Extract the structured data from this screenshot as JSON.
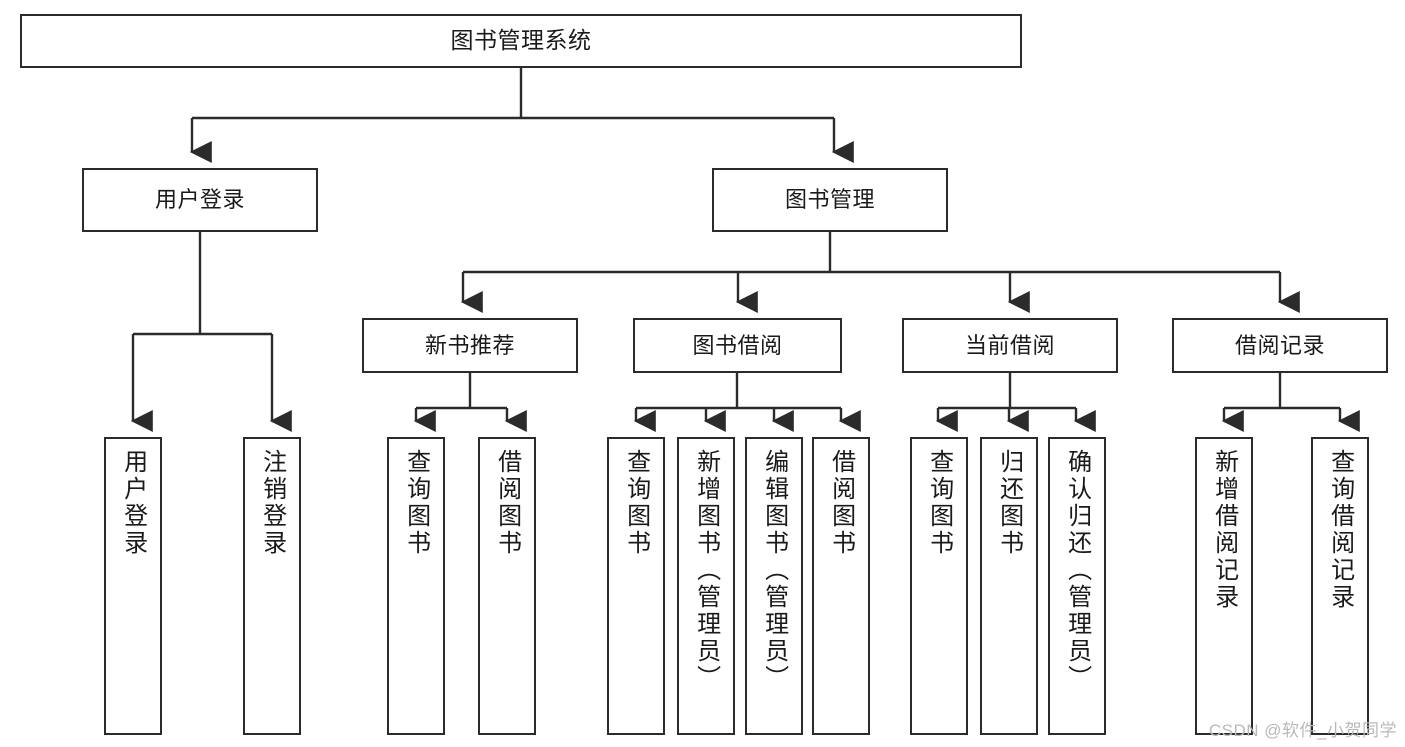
{
  "diagram": {
    "type": "tree",
    "title": "图书管理系统",
    "watermark": "CSDN @软件_小贺同学",
    "colors": {
      "stroke": "#2b2b2b",
      "fill": "#ffffff",
      "text": "#1a1a1a",
      "watermark": "#b9b9b9"
    },
    "nodes": {
      "root": {
        "label": "图书管理系统"
      },
      "level2": [
        {
          "id": "user-login",
          "label": "用户登录"
        },
        {
          "id": "book-manage",
          "label": "图书管理"
        }
      ],
      "level3": [
        {
          "id": "new-book-rec",
          "label": "新书推荐"
        },
        {
          "id": "book-borrow",
          "label": "图书借阅"
        },
        {
          "id": "current-borrow",
          "label": "当前借阅"
        },
        {
          "id": "borrow-record",
          "label": "借阅记录"
        }
      ],
      "leaves": [
        {
          "id": "leaf-user-login",
          "label": "用户登录",
          "parent": "user-login"
        },
        {
          "id": "leaf-logout",
          "label": "注销登录",
          "parent": "user-login"
        },
        {
          "id": "leaf-query-book-1",
          "label": "查询图书",
          "parent": "new-book-rec"
        },
        {
          "id": "leaf-borrow-book-1",
          "label": "借阅图书",
          "parent": "new-book-rec"
        },
        {
          "id": "leaf-query-book-2",
          "label": "查询图书",
          "parent": "book-borrow"
        },
        {
          "id": "leaf-add-book",
          "label": "新增图书（管理员）",
          "parent": "book-borrow"
        },
        {
          "id": "leaf-edit-book",
          "label": "编辑图书（管理员）",
          "parent": "book-borrow"
        },
        {
          "id": "leaf-borrow-book-2",
          "label": "借阅图书",
          "parent": "book-borrow"
        },
        {
          "id": "leaf-query-book-3",
          "label": "查询图书",
          "parent": "current-borrow"
        },
        {
          "id": "leaf-return-book",
          "label": "归还图书",
          "parent": "current-borrow"
        },
        {
          "id": "leaf-confirm-return",
          "label": "确认归还（管理员）",
          "parent": "current-borrow"
        },
        {
          "id": "leaf-add-record",
          "label": "新增借阅记录",
          "parent": "borrow-record"
        },
        {
          "id": "leaf-query-record",
          "label": "查询借阅记录",
          "parent": "borrow-record"
        }
      ]
    }
  }
}
